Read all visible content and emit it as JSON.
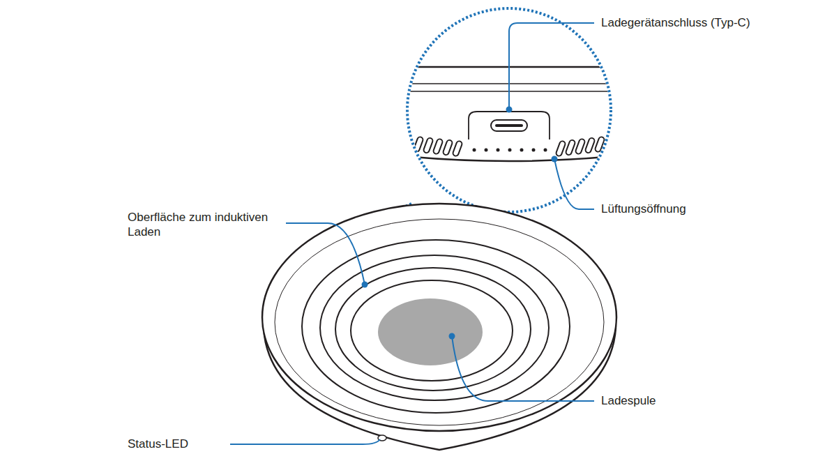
{
  "diagram": {
    "labels": [
      "Ladegerätanschluss (Typ-C)",
      "Lüftungsöffnung",
      "Oberfläche zum induktiven Laden",
      "Ladespule",
      "Status-LED"
    ]
  }
}
